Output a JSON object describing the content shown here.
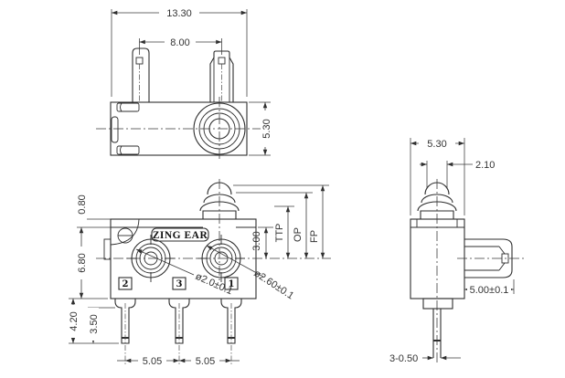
{
  "drawing": {
    "brand": "ZING EAR",
    "top_view": {
      "overall_width": "13.30",
      "prong_spacing": "8.00",
      "body_depth": "5.30"
    },
    "front_view": {
      "lip_height": "0.80",
      "body_height": "6.80",
      "top_to_center": "3.00",
      "ttp_label": "TTP",
      "op_label": "OP",
      "fp_label": "FP",
      "rivet_small_dia": "ø2.0±0.1",
      "rivet_large_dia": "ø2.60±0.1",
      "terminals": [
        "2",
        "3",
        "1"
      ],
      "pin_length_outer": "4.20",
      "pin_length_inner": "3.50",
      "pin_pitch_left": "5.05",
      "pin_pitch_right": "5.05"
    },
    "side_view": {
      "body_width": "5.30",
      "button_dia": "2.10",
      "actuator_length": "5.00±0.1",
      "pin_spec": "3-0.50"
    },
    "colors": {
      "line": "#2e2e2e",
      "dimension": "#3a3a3a",
      "text": "#333333",
      "background": "#ffffff"
    }
  }
}
